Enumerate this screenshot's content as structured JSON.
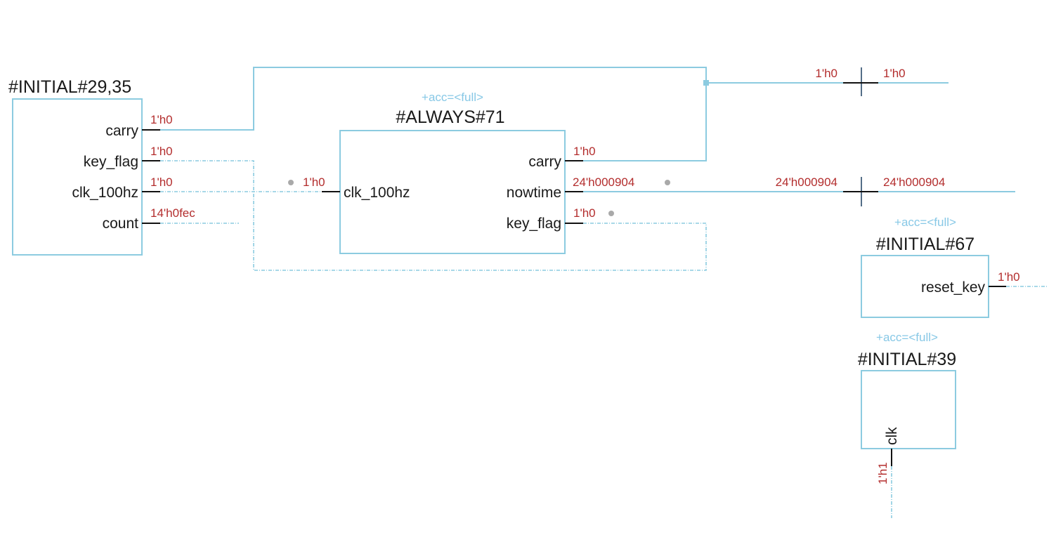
{
  "blocks": {
    "initial_29_35": {
      "title": "#INITIAL#29,35",
      "ports": [
        "carry",
        "key_flag",
        "clk_100hz",
        "count"
      ],
      "values": [
        "1'h0",
        "1'h0",
        "1'h0",
        "14'h0fec"
      ]
    },
    "always_71": {
      "annotation": "+acc=<full>",
      "title": "#ALWAYS#71",
      "input_port": "clk_100hz",
      "input_value": "1'h0",
      "output_ports": [
        "carry",
        "nowtime",
        "key_flag"
      ],
      "output_values": [
        "1'h0",
        "24'h000904",
        "1'h0"
      ]
    },
    "initial_67": {
      "annotation": "+acc=<full>",
      "title": "#INITIAL#67",
      "port": "reset_key",
      "value": "1'h0"
    },
    "initial_39": {
      "annotation": "+acc=<full>",
      "title": "#INITIAL#39",
      "port": "clk",
      "value": "1'h1"
    }
  },
  "wire_labels": {
    "carry_left": "1'h0",
    "carry_right": "1'h0",
    "nowtime_left": "24'h000904",
    "nowtime_right": "24'h000904"
  },
  "colors": {
    "box": "#8ccbe0",
    "annotation": "#87c8e6",
    "value": "#b32d2d",
    "text": "#1a1a1a"
  }
}
